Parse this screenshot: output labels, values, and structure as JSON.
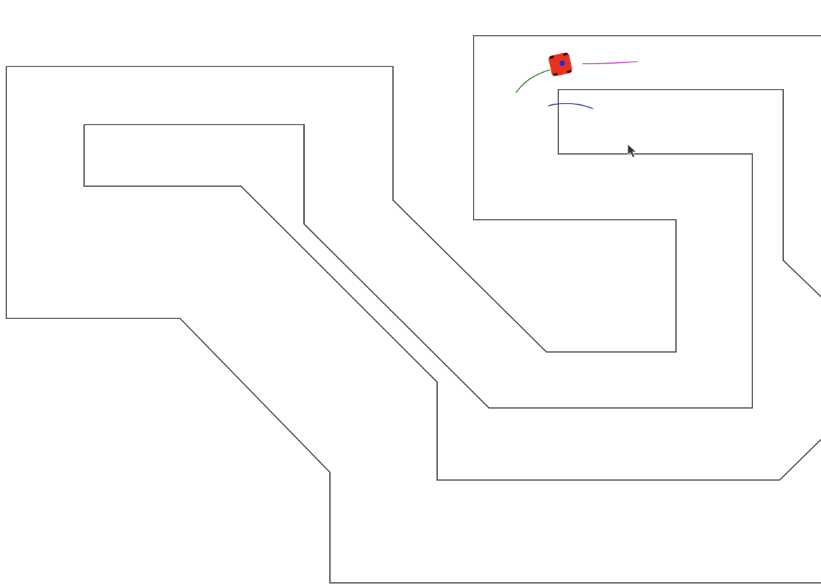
{
  "scene": {
    "background": "#ffffff",
    "wall_color": "#3c3c3c",
    "robot": {
      "body_color": "#e8321e",
      "wheel_color": "#111111",
      "sensor_color": "#2a2ad8"
    },
    "trails": [
      {
        "name": "magenta-trail",
        "color": "#c84fc8"
      },
      {
        "name": "green-trail",
        "color": "#3a8a3a"
      },
      {
        "name": "blue-trail",
        "color": "#3a4ab0"
      }
    ],
    "cursor_icon": "arrow-cursor-icon"
  }
}
